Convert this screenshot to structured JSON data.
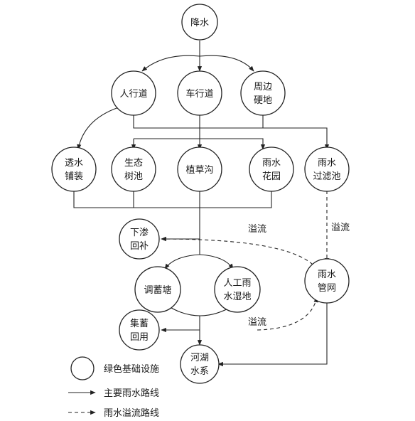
{
  "nodes": {
    "rain": [
      "降水"
    ],
    "sidewalk": [
      "人行道"
    ],
    "roadway": [
      "车行道"
    ],
    "hardscape": [
      "周边",
      "硬地"
    ],
    "permeable_paving": [
      "透水",
      "铺装"
    ],
    "eco_tree_pit": [
      "生态",
      "树池"
    ],
    "grass_swale": [
      "植草沟"
    ],
    "rain_garden": [
      "雨水",
      "花园"
    ],
    "filter_tank": [
      "雨水",
      "过滤池"
    ],
    "infiltration_recharge": [
      "下渗",
      "回补"
    ],
    "retention_pond": [
      "调蓄塘"
    ],
    "wetland": [
      "人工雨",
      "水湿地"
    ],
    "pipe_network": [
      "雨水",
      "管网"
    ],
    "collection_reuse": [
      "集蓄",
      "回用"
    ],
    "river_system": [
      "河湖",
      "水系"
    ]
  },
  "labels": {
    "overflow_1": "溢流",
    "overflow_2": "溢流",
    "overflow_3": "溢流"
  },
  "legend": {
    "facility": "绿色基础设施",
    "main_route": "主要雨水路线",
    "overflow_route": "雨水溢流路线"
  },
  "colors": {
    "stroke": "#222222",
    "text": "#1a1a1a",
    "background": "#ffffff"
  }
}
